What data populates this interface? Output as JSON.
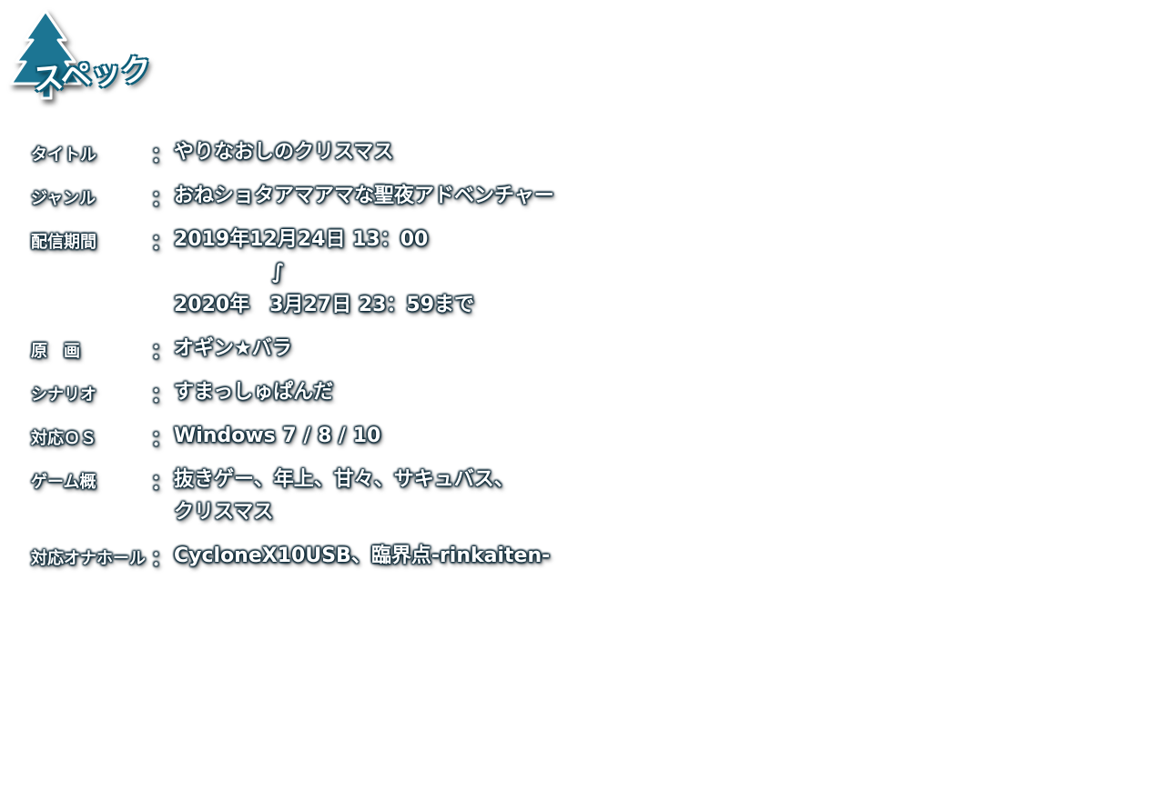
{
  "header": {
    "title": "スペック",
    "tree_color": "#1f7593"
  },
  "spec": {
    "colon": "：",
    "rows": [
      {
        "label": "タイトル",
        "value": "やりなおしのクリスマス"
      },
      {
        "label": "ジャンル",
        "value": "おねショタアマアマな聖夜アドベンチャー"
      },
      {
        "label": "配信期間",
        "line1": "2019年12月24日 13：00",
        "tilde": "∫",
        "line3": "2020年　3月27日 23：59まで"
      },
      {
        "label": "原　画",
        "value": "オギン★バラ"
      },
      {
        "label": "シナリオ",
        "value": "すまっしゅぱんだ"
      },
      {
        "label": "対応ＯＳ",
        "value": "Windows 7 / 8 / 10"
      },
      {
        "label": "ゲーム概",
        "line1": "抜きゲー、年上、甘々、サキュバス、",
        "line2": "クリスマス"
      },
      {
        "label": "対応オナホール",
        "value": "CycloneX10USB、臨界点-rinkaiten-"
      }
    ]
  }
}
